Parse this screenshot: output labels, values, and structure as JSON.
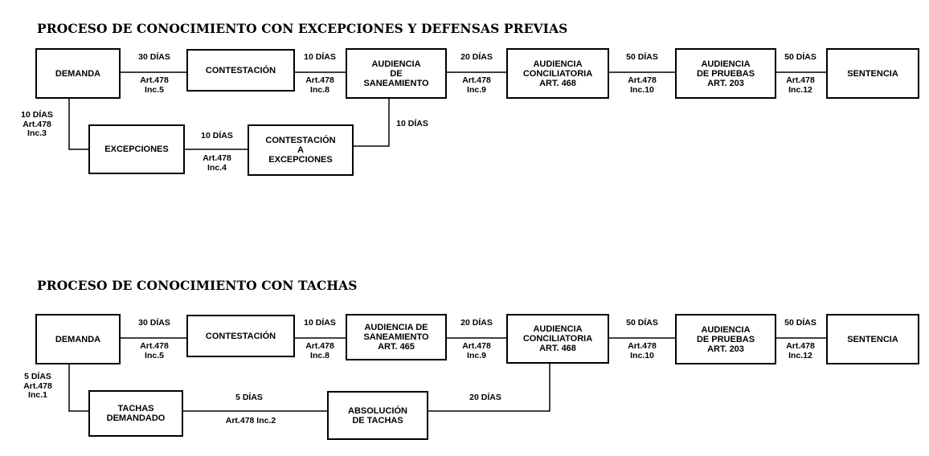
{
  "diagram1": {
    "title": "PROCESO DE CONOCIMIENTO CON EXCEPCIONES Y DEFENSAS PREVIAS",
    "boxes": {
      "demanda": "DEMANDA",
      "contestacion": "CONTESTACIÓN",
      "audiencia_saneamiento": "AUDIENCIA\nDE\nSANEAMIENTO",
      "audiencia_conciliatoria": "AUDIENCIA\nCONCILIATORIA\nART. 468",
      "audiencia_pruebas": "AUDIENCIA\nDE PRUEBAS\nART. 203",
      "sentencia": "SENTENCIA",
      "excepciones": "EXCEPCIONES",
      "contestacion_excepciones": "CONTESTACIÓN\nA\nEXCEPCIONES"
    },
    "labels": {
      "d1": "30 DÍAS",
      "a1": "Art.478\nInc.5",
      "d2": "10 DÍAS",
      "a2": "Art.478\nInc.8",
      "d3": "20 DÍAS",
      "a3": "Art.478\nInc.9",
      "d4": "50 DÍAS",
      "a4": "Art.478\nInc.10",
      "d5": "50 DÍAS",
      "a5": "Art.478\nInc.12",
      "side": "10 DÍAS\nArt.478\nInc.3",
      "d6": "10 DÍAS",
      "a6": "Art.478\nInc.4",
      "d7": "10 DÍAS"
    }
  },
  "diagram2": {
    "title": "PROCESO DE CONOCIMIENTO CON TACHAS",
    "boxes": {
      "demanda": "DEMANDA",
      "contestacion": "CONTESTACIÓN",
      "audiencia_saneamiento": "AUDIENCIA DE\nSANEAMIENTO\nART. 465",
      "audiencia_conciliatoria": "AUDIENCIA\nCONCILIATORIA\nART. 468",
      "audiencia_pruebas": "AUDIENCIA\nDE PRUEBAS\nART. 203",
      "sentencia": "SENTENCIA",
      "tachas_demandado": "TACHAS\nDEMANDADO",
      "absolucion_tachas": "ABSOLUCIÓN\nDE TACHAS"
    },
    "labels": {
      "d1": "30 DÍAS",
      "a1": "Art.478\nInc.5",
      "d2": "10 DÍAS",
      "a2": "Art.478\nInc.8",
      "d3": "20 DÍAS",
      "a3": "Art.478\nInc.9",
      "d4": "50 DÍAS",
      "a4": "Art.478\nInc.10",
      "d5": "50 DÍAS",
      "a5": "Art.478\nInc.12",
      "side": "5 DÍAS\nArt.478\nInc.1",
      "d6": "5 DÍAS",
      "a6": "Art.478 Inc.2",
      "d7": "20 DÍAS"
    }
  }
}
